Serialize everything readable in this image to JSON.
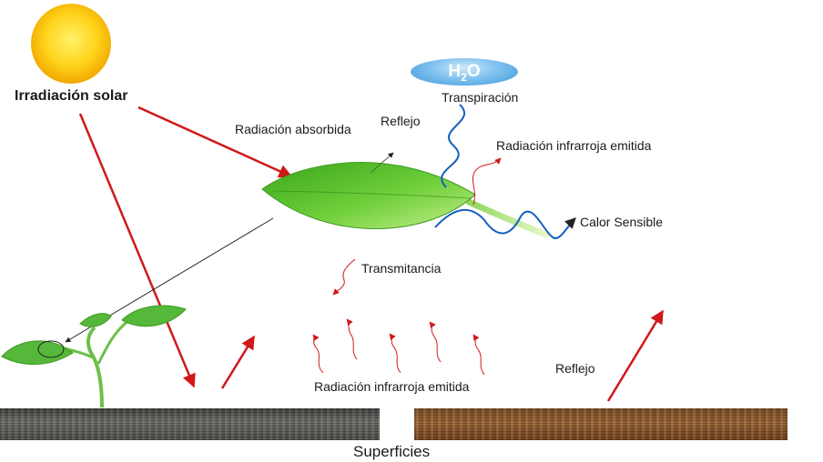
{
  "labels": {
    "solar": "Irradiación solar",
    "absorbed": "Radiación absorbida",
    "reflection_leaf": "Reflejo",
    "water": "H2O",
    "water_base": "H",
    "water_sub": "2",
    "water_tail": "O",
    "transpiration": "Transpiración",
    "ir_emitted_leaf": "Radiación infrarroja emitida",
    "sensible_heat": "Calor Sensible",
    "transmittance": "Transmitancia",
    "ir_emitted_ground": "Radiación infrarroja emitida",
    "reflection_ground": "Reflejo",
    "surfaces": "Superficies"
  },
  "colors": {
    "sun": "#f5c000",
    "arrow_red": "#d01818",
    "wave_blue": "#1560c0",
    "leaf_green": "#4cb82a",
    "plant_green": "#55b83a"
  }
}
